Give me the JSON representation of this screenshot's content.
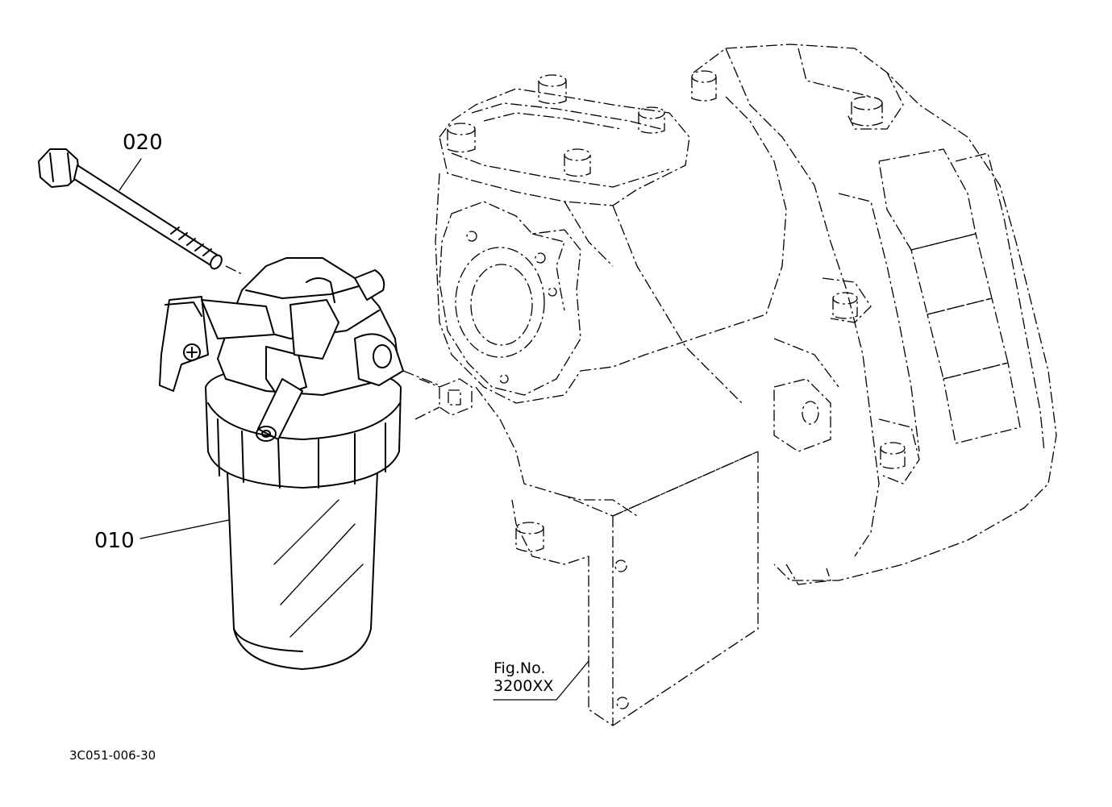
{
  "callouts": {
    "part_010": "010",
    "part_020": "020"
  },
  "figure_reference": {
    "line1": "Fig.No.",
    "line2": "3200XX"
  },
  "drawing_code": "3C051-006-30",
  "colors": {
    "line": "#000000",
    "background": "#ffffff"
  }
}
